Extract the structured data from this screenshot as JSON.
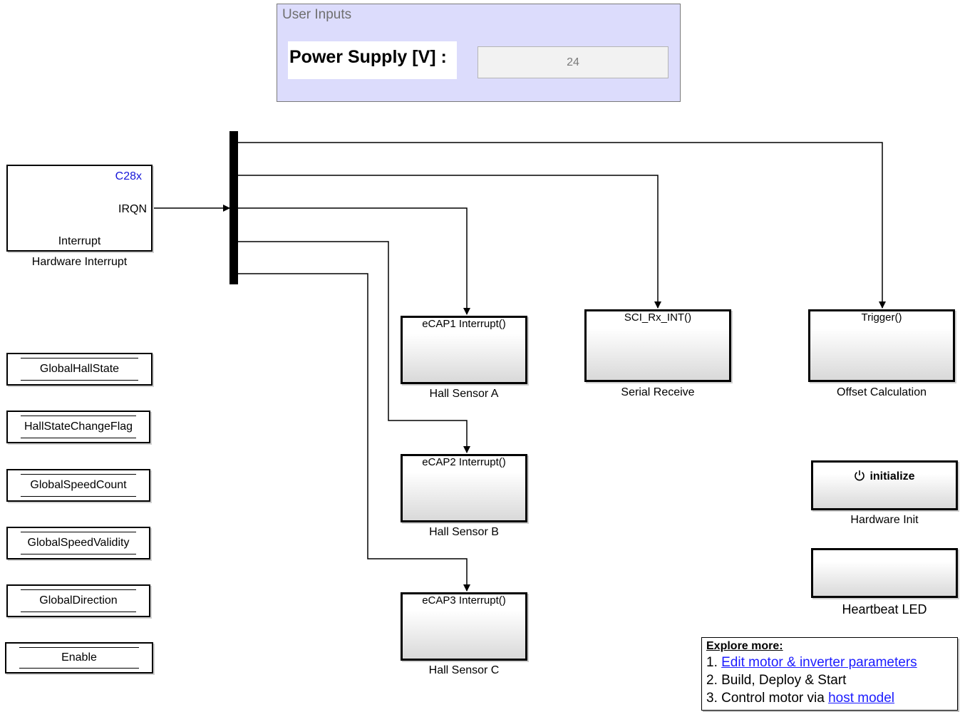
{
  "user_inputs": {
    "title": "User Inputs",
    "power_supply_label": "Power Supply [V] :",
    "power_supply_value": "24"
  },
  "hardware_interrupt": {
    "processor": "C28x",
    "port": "IRQN",
    "block_label": "Interrupt",
    "caption": "Hardware Interrupt"
  },
  "data_stores": [
    "GlobalHallState",
    "HallStateChangeFlag",
    "GlobalSpeedCount",
    "GlobalSpeedValidity",
    "GlobalDirection",
    "Enable"
  ],
  "subsystems": {
    "hall_a": {
      "trigger": "eCAP1 Interrupt()",
      "caption": "Hall Sensor A"
    },
    "hall_b": {
      "trigger": "eCAP2 Interrupt()",
      "caption": "Hall Sensor B"
    },
    "hall_c": {
      "trigger": "eCAP3 Interrupt()",
      "caption": "Hall Sensor C"
    },
    "serial": {
      "trigger": "SCI_Rx_INT()",
      "caption": "Serial Receive"
    },
    "offset": {
      "trigger": "Trigger()",
      "caption": "Offset Calculation"
    },
    "hw_init": {
      "label": "initialize",
      "icon": "power-icon",
      "caption": "Hardware Init"
    },
    "heartbeat": {
      "caption": "Heartbeat LED"
    }
  },
  "explore": {
    "header": "Explore more:",
    "item1_prefix": "1. ",
    "item1_link": "Edit motor & inverter parameters",
    "item2": "2. Build, Deploy & Start",
    "item3_prefix": "3. Control motor via ",
    "item3_link": "host model"
  },
  "colors": {
    "panel_bg": "#dcdcfc",
    "link": "#1c1cff",
    "processor_label": "#1515d8"
  }
}
